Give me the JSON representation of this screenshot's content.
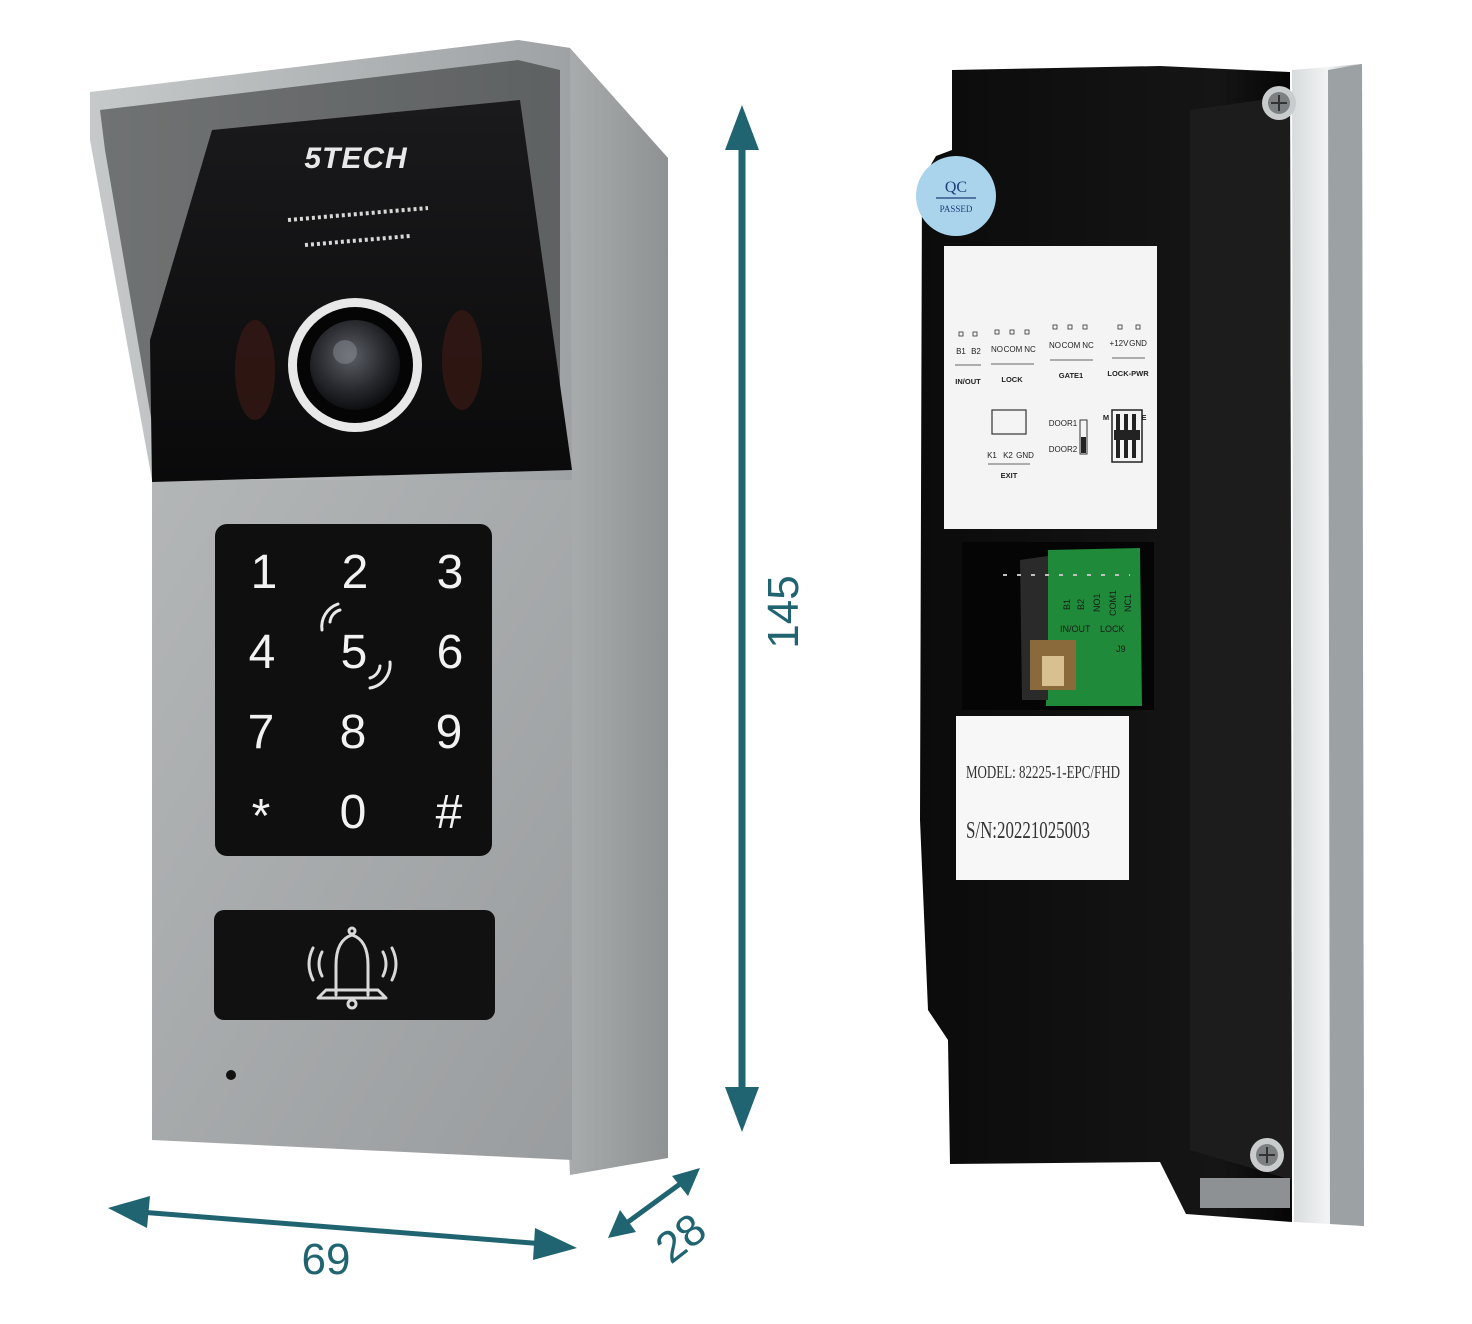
{
  "front": {
    "brand": "5TECH",
    "keypad": [
      "1",
      "2",
      "3",
      "4",
      "5",
      "6",
      "7",
      "8",
      "9",
      "*",
      "0",
      "#"
    ]
  },
  "dimensions": {
    "width": "69",
    "depth": "28",
    "height": "145",
    "color": "#1f6470"
  },
  "back": {
    "qc_badge": {
      "line1": "QC",
      "line2": "PASSED"
    },
    "terminal_label": {
      "pins_inout": [
        "B1",
        "B2"
      ],
      "group_inout": "IN/OUT",
      "pins_lock": [
        "NO",
        "COM",
        "NC"
      ],
      "group_lock": "LOCK",
      "pins_gate": [
        "NO",
        "COM",
        "NC"
      ],
      "group_gate": "GATE1",
      "pins_power": [
        "+12V",
        "GND"
      ],
      "group_power": "LOCK-PWR",
      "exit_pins": [
        "K1",
        "K2",
        "GND"
      ],
      "group_exit": "EXIT",
      "door1": "DOOR1",
      "door2": "DOOR2",
      "switch_m": "M",
      "switch_e": "E"
    },
    "pcb": {
      "pins": [
        "B1",
        "B2",
        "NO1",
        "COM1",
        "NC1"
      ],
      "group_inout": "IN/OUT",
      "group_lock": "LOCK",
      "jumper": "J9"
    },
    "model_line": "MODEL: 82225-1-EPC/FHD",
    "serial_line": "S/N:20221025003"
  }
}
